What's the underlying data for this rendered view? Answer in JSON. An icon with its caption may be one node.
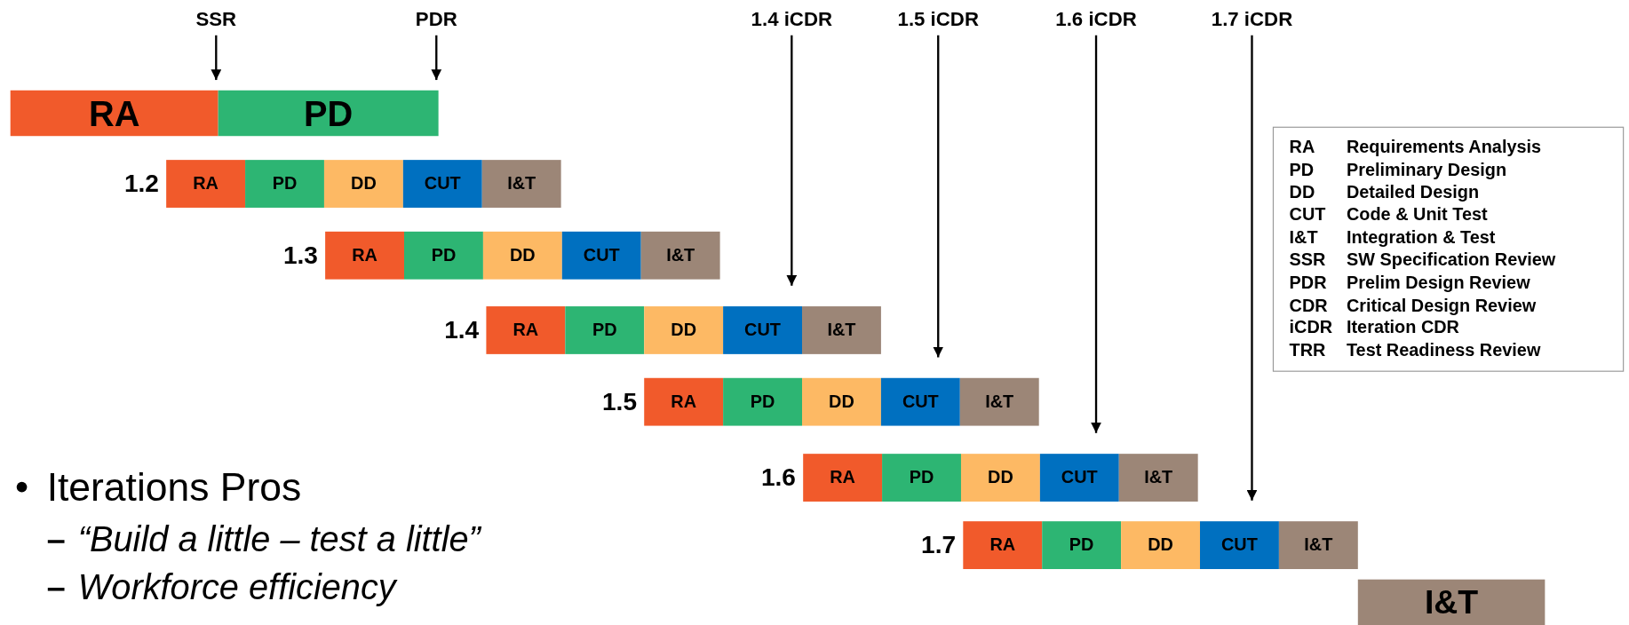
{
  "diagram": {
    "nodes": [
      {
        "text": [
          "SSR"
        ]
      },
      {
        "text": [
          "PDR"
        ]
      },
      {
        "text": [
          "1.4 iCDR"
        ]
      },
      {
        "text": [
          "1.5 iCDR"
        ]
      },
      {
        "text": [
          "1.6 iCDR"
        ]
      },
      {
        "text": [
          "1.7 iCDR"
        ]
      },
      {
        "text": [
          "RA"
        ]
      },
      {
        "text": [
          "PD"
        ]
      },
      {
        "text": [
          "RA"
        ],
        "beside": [
          "1.2"
        ]
      },
      {
        "text": [
          "PD"
        ]
      },
      {
        "text": [
          "DD"
        ]
      },
      {
        "text": [
          "CUT"
        ]
      },
      {
        "text": [
          "I&T"
        ]
      },
      {
        "text": [
          "RA"
        ],
        "beside": [
          "1.3"
        ]
      },
      {
        "text": [
          "PD"
        ]
      },
      {
        "text": [
          "DD"
        ]
      },
      {
        "text": [
          "CUT"
        ]
      },
      {
        "text": [
          "I&T"
        ]
      },
      {
        "text": [
          "RA"
        ],
        "beside": [
          "1.4"
        ]
      },
      {
        "text": [
          "PD"
        ]
      },
      {
        "text": [
          "DD"
        ]
      },
      {
        "text": [
          "CUT"
        ]
      },
      {
        "text": [
          "I&T"
        ]
      },
      {
        "text": [
          "RA"
        ],
        "beside": [
          "1.5"
        ]
      },
      {
        "text": [
          "PD"
        ]
      },
      {
        "text": [
          "DD"
        ]
      },
      {
        "text": [
          "CUT"
        ]
      },
      {
        "text": [
          "I&T"
        ]
      },
      {
        "text": [
          "RA"
        ],
        "beside": [
          "1.6"
        ]
      },
      {
        "text": [
          "PD"
        ]
      },
      {
        "text": [
          "DD"
        ]
      },
      {
        "text": [
          "CUT"
        ]
      },
      {
        "text": [
          "I&T"
        ]
      },
      {
        "text": [
          "RA"
        ],
        "beside": [
          "1.7"
        ]
      },
      {
        "text": [
          "PD"
        ]
      },
      {
        "text": [
          "DD"
        ]
      },
      {
        "text": [
          "CUT"
        ]
      },
      {
        "text": [
          "I&T"
        ]
      },
      {
        "text": [
          "I&T"
        ]
      }
    ],
    "edges": [
      {
        "from": 0,
        "to": 7,
        "arrow": "to"
      },
      {
        "from": 1,
        "to": 7,
        "arrow": "to"
      },
      {
        "from": 2,
        "to": 21,
        "arrow": "to"
      },
      {
        "from": 3,
        "to": 26,
        "arrow": "to"
      },
      {
        "from": 4,
        "to": 31,
        "arrow": "to"
      },
      {
        "from": 5,
        "to": 36,
        "arrow": "to"
      }
    ],
    "labels": [
      "RA",
      "Requirements Analysis",
      "PD",
      "Preliminary Design",
      "DD",
      "Detailed Design",
      "CUT",
      "Code & Unit Test",
      "I&T",
      "Integration & Test",
      "SSR",
      "SW Specification Review",
      "PDR",
      "Prelim Design Review",
      "CDR",
      "Critical Design Review",
      "iCDR",
      "Iteration CDR",
      "TRR",
      "Test Readiness Review",
      "Iterations Pros",
      "“Build a little – test a little”",
      "Workforce efficiency"
    ]
  }
}
